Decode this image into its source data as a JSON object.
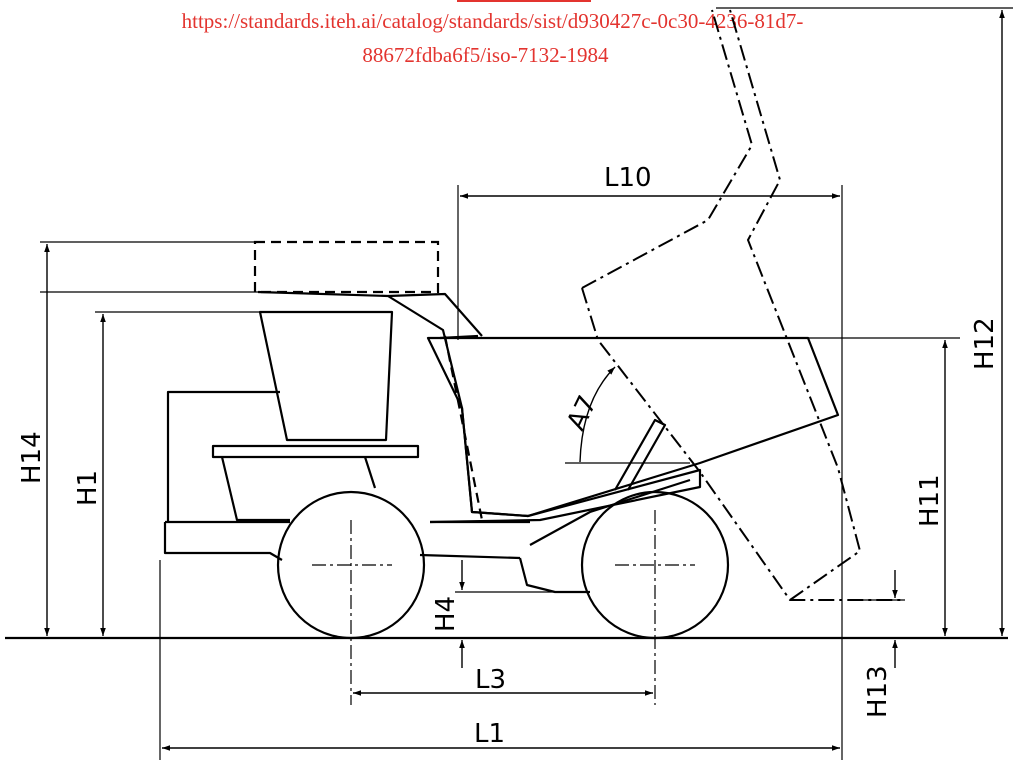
{
  "header": {
    "url_line_1": "https://standards.iteh.ai/catalog/standards/sist/d930427c-0c30-4236-81d7-",
    "url_line_2": "88672fdba6f5/iso-7132-1984",
    "link_color": "#e3342f"
  },
  "diagram": {
    "line_color": "#000000",
    "dimension_labels": {
      "L10": "L10",
      "H12": "H12",
      "H14": "H14",
      "H1": "H1",
      "A7": "A7",
      "H11": "H11",
      "H4": "H4",
      "L3": "L3",
      "H13": "H13",
      "L1": "L1"
    }
  }
}
